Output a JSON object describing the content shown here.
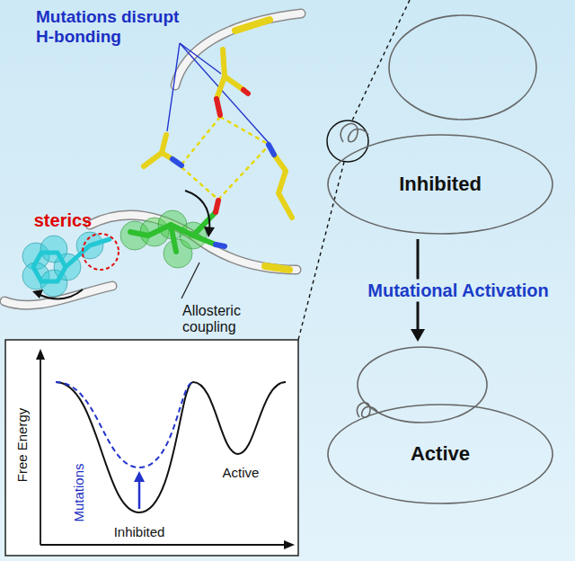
{
  "diagram": {
    "nodes": [
      {
        "text": [
          "Inhibited"
        ]
      },
      {
        "text": [
          "Active"
        ]
      }
    ],
    "edges": [
      {
        "from": 0,
        "to": 1,
        "label": "Mutational Activation",
        "arrow": "to"
      }
    ],
    "labels": [
      "Mutations disrupt H-bonding",
      "sterics",
      "Allosteric coupling",
      "Free Energy",
      "Mutations",
      "Inhibited",
      "Active"
    ]
  }
}
